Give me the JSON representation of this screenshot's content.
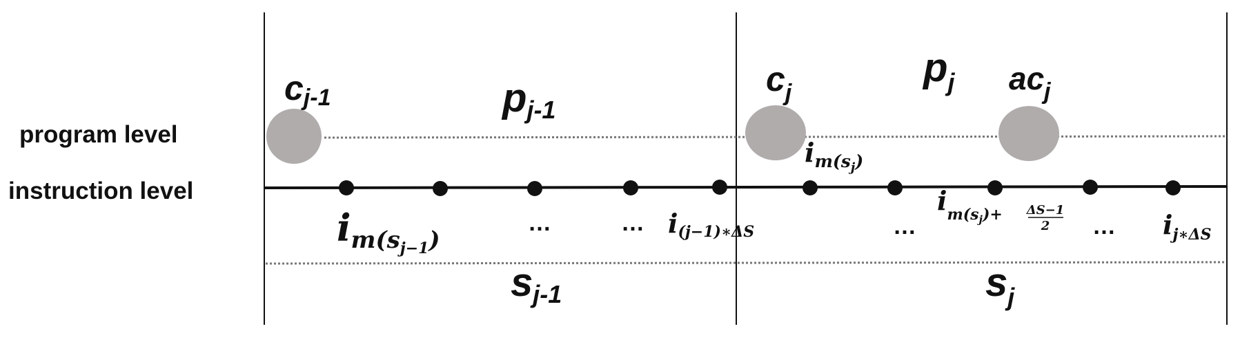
{
  "levels": {
    "program": "program level",
    "instruction": "instruction level"
  },
  "checkpoints": {
    "prev": {
      "base": "c",
      "sub": "j-1"
    },
    "curr": {
      "base": "c",
      "sub": "j"
    },
    "accel": {
      "base": "ac",
      "sub": "j"
    }
  },
  "programs": {
    "prev": {
      "base": "p",
      "sub": "j-1"
    },
    "curr": {
      "base": "p",
      "sub": "j"
    }
  },
  "segments": {
    "prev": {
      "base": "s",
      "sub": "j-1"
    },
    "curr": {
      "base": "s",
      "sub": "j"
    }
  },
  "instructions": {
    "base": "i",
    "m_sj_sub": "m(s",
    "m_sj_subsub": "j",
    "m_sj_close": ")",
    "m_sjm1_sub": "m(s",
    "m_sjm1_subsub": "j−1",
    "m_sjm1_close": ")",
    "end_prev_sub": "(j−1)∗ΔS",
    "mid_sub_prefix": "m(s",
    "mid_sub_subsub": "j",
    "mid_sub_mid": ")+",
    "mid_frac_num": "ΔS−1",
    "mid_frac_den": "2",
    "end_curr_sub": "j∗ΔS"
  },
  "ellipsis": "…",
  "colors": {
    "line": "#111111",
    "dot": "#111111",
    "circle": "#b0acac",
    "dotted": "#777777"
  }
}
